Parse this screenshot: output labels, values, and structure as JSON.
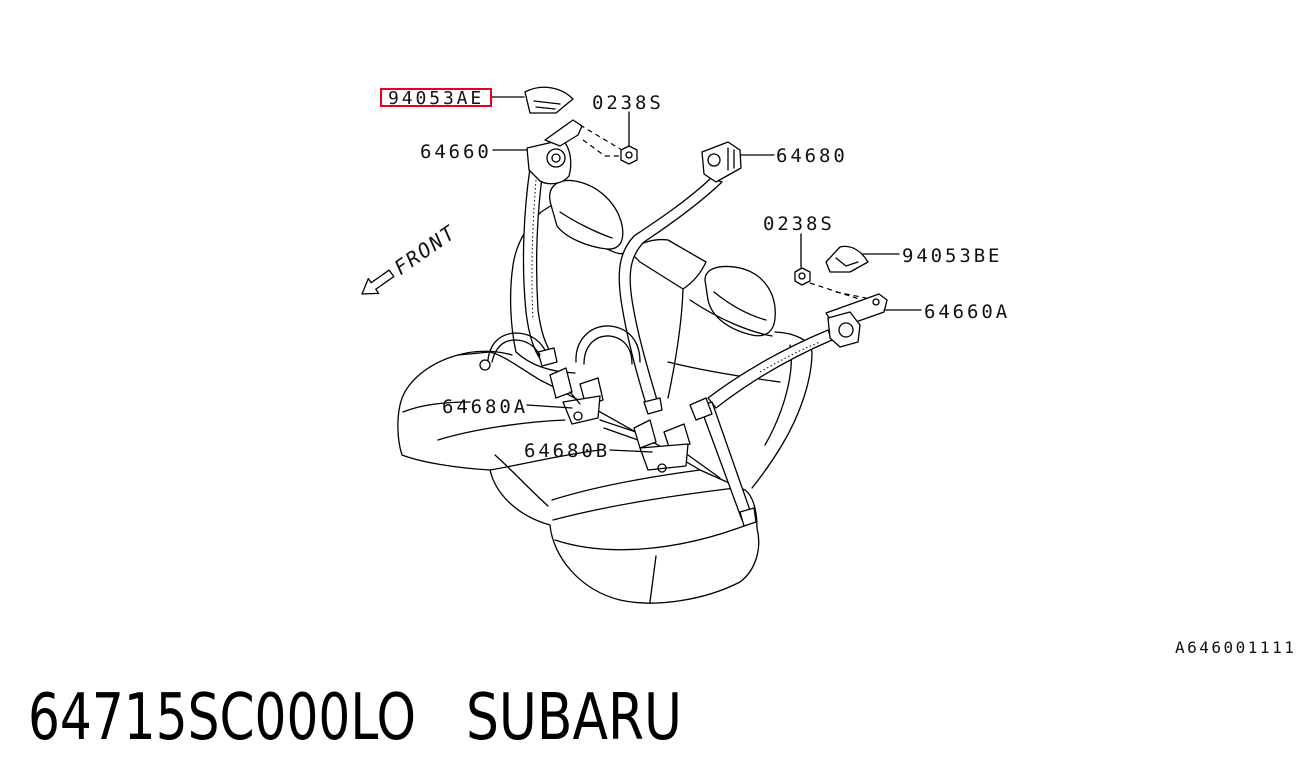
{
  "diagram": {
    "code": "A646001111",
    "front_label": "FRONT",
    "line_color": "#000000",
    "highlight_color": "#e8001c",
    "callouts": [
      {
        "text": "94053AE",
        "highlighted": true
      },
      {
        "text": "0238S"
      },
      {
        "text": "64660"
      },
      {
        "text": "64680"
      },
      {
        "text": "0238S"
      },
      {
        "text": "94053BE"
      },
      {
        "text": "64660A"
      },
      {
        "text": "64680A"
      },
      {
        "text": "64680B"
      }
    ]
  },
  "caption": {
    "part_number": "64715SC000LO",
    "brand": "SUBARU"
  }
}
